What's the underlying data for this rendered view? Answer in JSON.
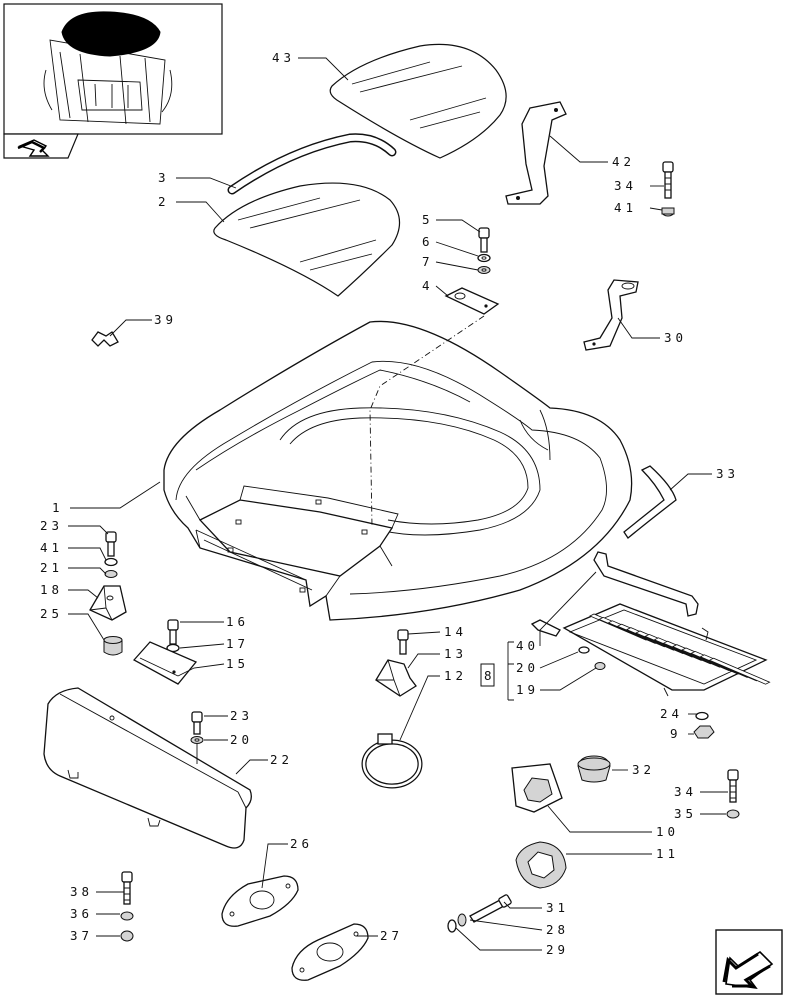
{
  "labels": {
    "l1": "1",
    "l2": "2",
    "l3": "3",
    "l4": "4",
    "l5": "5",
    "l6": "6",
    "l7": "7",
    "l8": "8",
    "l9": "9",
    "l10": "10",
    "l11": "11",
    "l12": "12",
    "l13": "13",
    "l14": "14",
    "l15": "15",
    "l16": "16",
    "l17": "17",
    "l18": "18",
    "l19": "19",
    "l20a": "20",
    "l20b": "20",
    "l21": "21",
    "l22": "22",
    "l23a": "23",
    "l23b": "23",
    "l24": "24",
    "l25": "25",
    "l26": "26",
    "l27": "27",
    "l28": "28",
    "l29": "29",
    "l30": "30",
    "l31": "31",
    "l32": "32",
    "l33": "33",
    "l34a": "34",
    "l34b": "34",
    "l35": "35",
    "l36": "36",
    "l37": "37",
    "l38": "38",
    "l39": "39",
    "l40": "40",
    "l41a": "41",
    "l41b": "41",
    "l42": "42",
    "l43": "43"
  },
  "icons": {
    "thumbnail": "tractor-cab-roof-thumbnail-icon",
    "reference_arrow": "reference-arrow-icon",
    "next_page": "next-page-arrow-icon"
  }
}
